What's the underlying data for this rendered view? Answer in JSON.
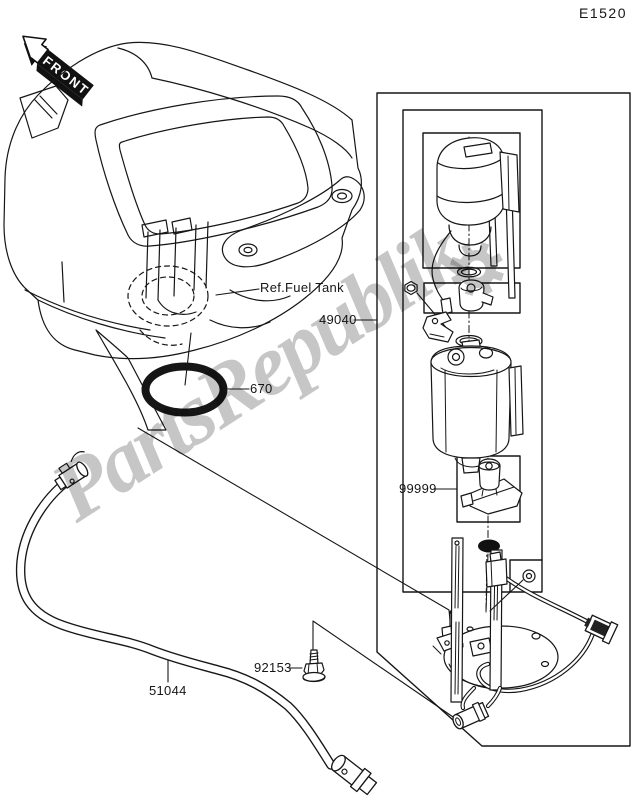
{
  "page": {
    "diagram_code": "E1520"
  },
  "orientation": {
    "front_label": "FRONT"
  },
  "annotations": {
    "ref_label": "Ref.Fuel Tank"
  },
  "parts": [
    {
      "number": "49040"
    },
    {
      "number": "670"
    },
    {
      "number": "99999"
    },
    {
      "number": "92153"
    },
    {
      "number": "51044"
    }
  ],
  "watermark": {
    "text": "PartsRepublik",
    "color": "#c6c6c6"
  },
  "colors": {
    "ink": "#161616",
    "background": "#ffffff"
  }
}
